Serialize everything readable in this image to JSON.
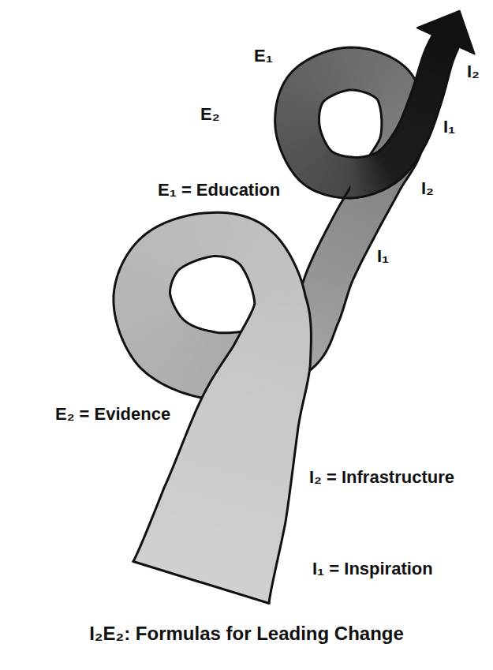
{
  "diagram": {
    "caption": "I₂E₂: Formulas for Leading Change",
    "labels": [
      "E₁",
      "I₂",
      "E₂",
      "I₁",
      "E₁ = Education",
      "I₂",
      "I₁",
      "E₂ = Evidence",
      "I₂ = Infrastructure",
      "I₁ = Inspiration"
    ]
  }
}
